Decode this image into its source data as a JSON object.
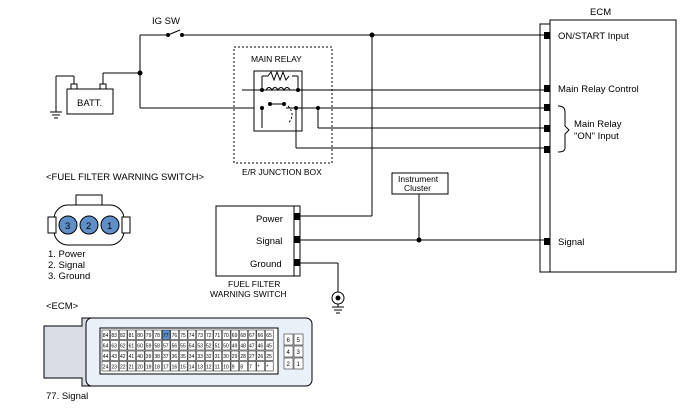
{
  "labels": {
    "ig_sw": "IG SW",
    "batt": "BATT.",
    "main_relay": "MAIN RELAY",
    "junction_box": "E/R JUNCTION BOX",
    "ecm": "ECM",
    "on_start_input": "ON/START Input",
    "main_relay_control": "Main Relay Control",
    "main_relay_on_input_line1": "Main Relay",
    "main_relay_on_input_line2": "\"ON\" Input",
    "signal": "Signal",
    "instrument_cluster_line1": "Instrument",
    "instrument_cluster_line2": "Cluster",
    "switch_power": "Power",
    "switch_signal": "Signal",
    "switch_ground": "Ground",
    "fuel_filter_line1": "FUEL FILTER",
    "fuel_filter_line2": "WARNING SWITCH"
  },
  "connector_view": {
    "title": "<FUEL FILTER WARNING SWITCH>",
    "pins": [
      "3",
      "2",
      "1"
    ],
    "legend": [
      "1. Power",
      "2. Signal",
      "3. Ground"
    ]
  },
  "ecm_connector": {
    "title": "<ECM>",
    "legend": "77. Signal",
    "rows": [
      [
        "84",
        "83",
        "82",
        "81",
        "80",
        "79",
        "78",
        "77",
        "76",
        "75",
        "74",
        "73",
        "72",
        "71",
        "70",
        "69",
        "68",
        "67",
        "66",
        "65"
      ],
      [
        "64",
        "63",
        "62",
        "61",
        "60",
        "59",
        "58",
        "57",
        "56",
        "55",
        "54",
        "53",
        "52",
        "51",
        "50",
        "49",
        "48",
        "47",
        "46",
        "45"
      ],
      [
        "44",
        "43",
        "42",
        "41",
        "40",
        "39",
        "38",
        "37",
        "36",
        "35",
        "34",
        "33",
        "32",
        "31",
        "30",
        "29",
        "28",
        "27",
        "26",
        "25"
      ],
      [
        "24",
        "23",
        "22",
        "21",
        "20",
        "19",
        "18",
        "17",
        "16",
        "15",
        "14",
        "13",
        "12",
        "11",
        "10",
        "9",
        "8",
        "7",
        "*",
        "*"
      ]
    ],
    "side_pins": [
      "6",
      "5",
      "4",
      "3",
      "2",
      "1"
    ]
  }
}
